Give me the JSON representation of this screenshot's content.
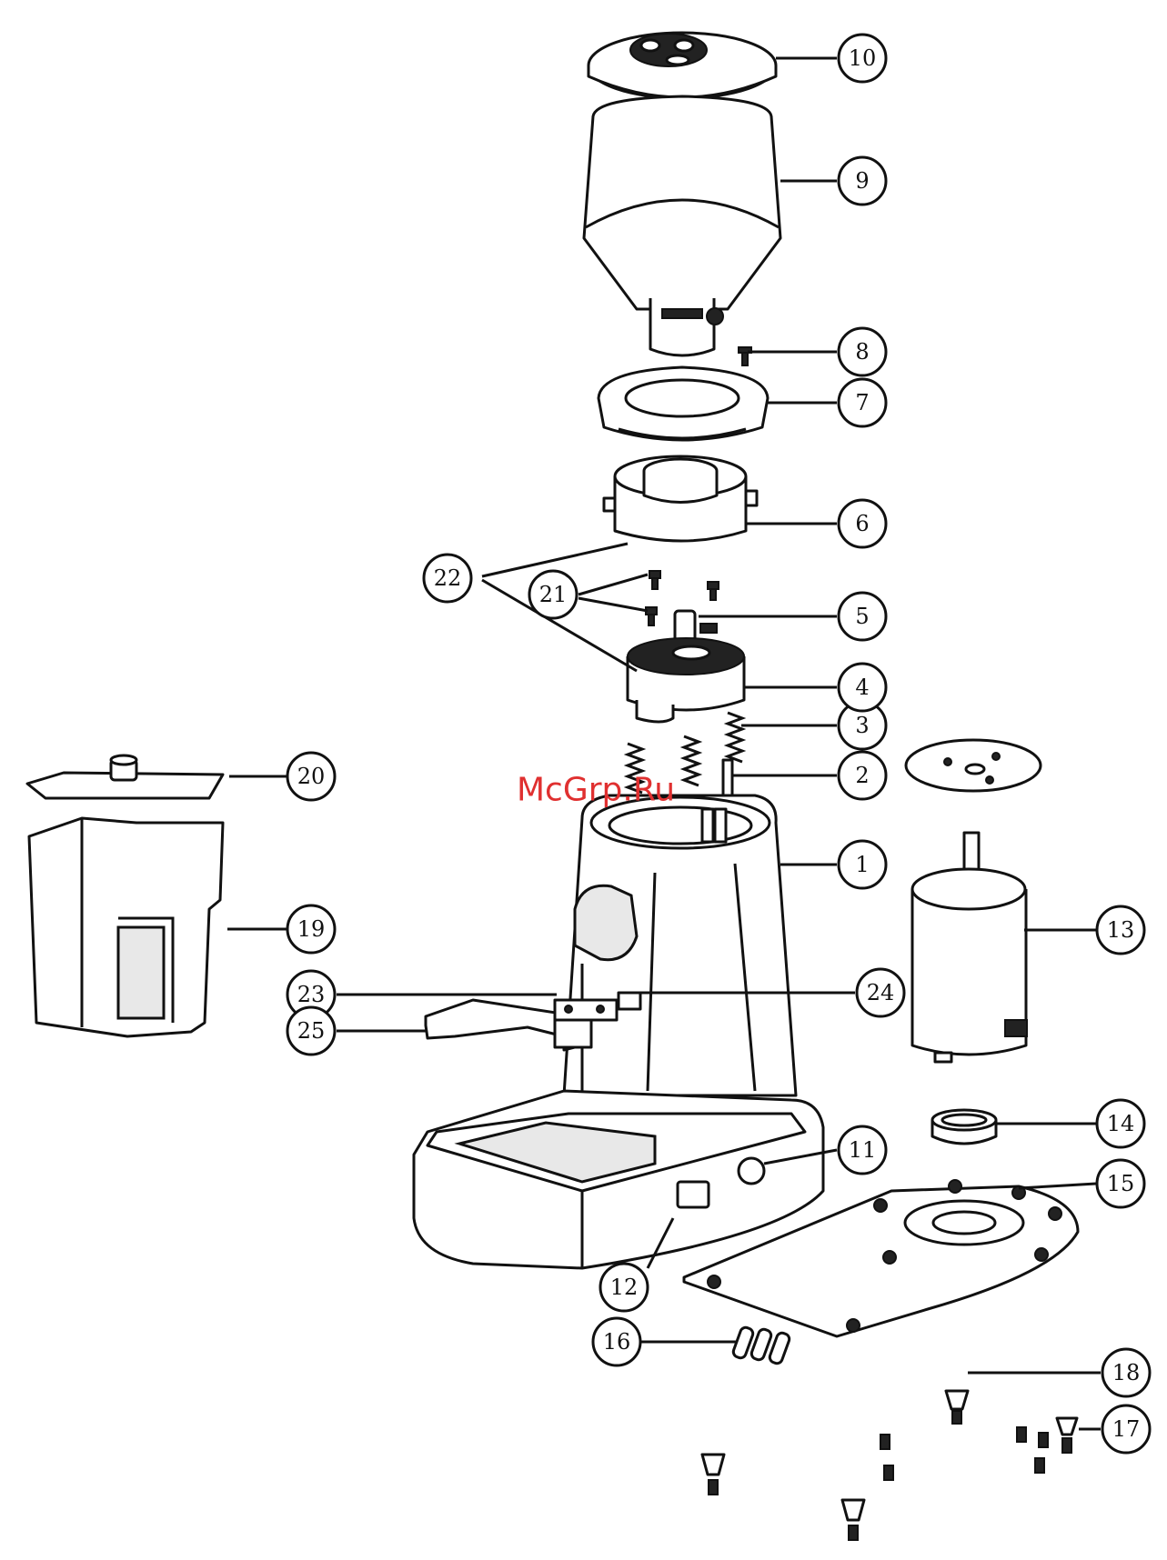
{
  "watermark": "McGrp.Ru",
  "callouts": {
    "c1": "1",
    "c2": "2",
    "c3": "3",
    "c4": "4",
    "c5": "5",
    "c6": "6",
    "c7": "7",
    "c8": "8",
    "c9": "9",
    "c10": "10",
    "c11": "11",
    "c12": "12",
    "c13": "13",
    "c14": "14",
    "c15": "15",
    "c16": "16",
    "c17": "17",
    "c18": "18",
    "c19": "19",
    "c20": "20",
    "c21": "21",
    "c22": "22",
    "c23": "23",
    "c24": "24",
    "c25": "25"
  },
  "colors": {
    "line": "#111111",
    "watermark": "#e03030",
    "background": "#ffffff"
  }
}
